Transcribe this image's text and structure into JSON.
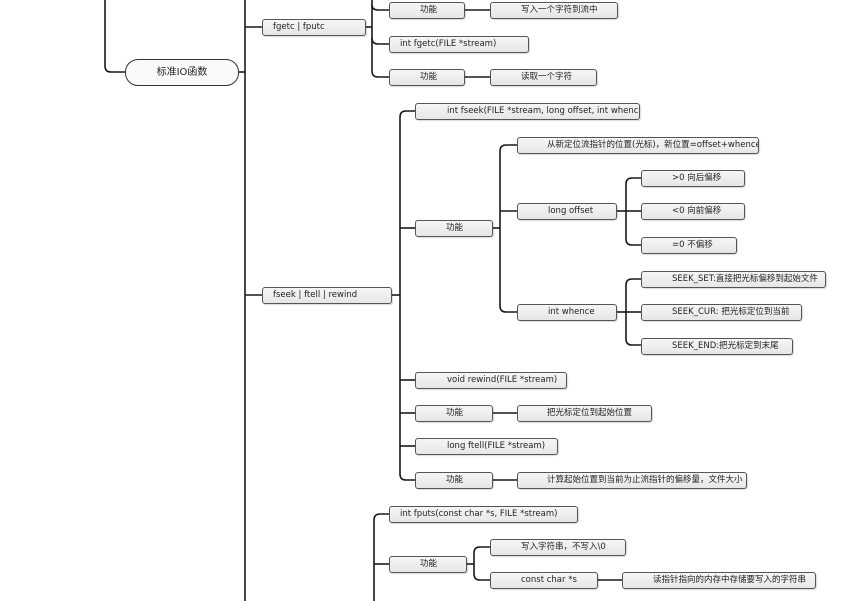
{
  "mindmap": {
    "root": "标准IO函数",
    "nodes": {
      "fgetc_fputc": "fgetc | fputc",
      "func_write": "功能",
      "write_char": "写入一个字符到流中",
      "fgetc_sig": "int fgetc(FILE *stream)",
      "func_read": "功能",
      "read_char": "读取一个字符",
      "fseek_group": "fseek | ftell | rewind",
      "fseek_sig": "int fseek(FILE *stream, long offset, int whence)",
      "fseek_func": "功能",
      "fseek_desc": "从新定位流指针的位置(光标)，新位置=offset+whence",
      "long_offset": "long offset",
      "offset_pos": ">0 向后偏移",
      "offset_neg": "<0 向前偏移",
      "offset_zero": "=0 不偏移",
      "int_whence": "int whence",
      "seek_set": "SEEK_SET:直接把光标偏移到起始文件",
      "seek_cur": "SEEK_CUR: 把光标定位到当前",
      "seek_end": "SEEK_END:把光标定到末尾",
      "rewind_sig": "void rewind(FILE *stream)",
      "rewind_func": "功能",
      "rewind_desc": "把光标定位到起始位置",
      "ftell_sig": "long ftell(FILE *stream)",
      "ftell_func": "功能",
      "ftell_desc": "计算起始位置到当前为止流指针的偏移量，文件大小",
      "fputs_sig": "int fputs(const char *s, FILE *stream)",
      "fputs_func": "功能",
      "fputs_desc": "写入字符串，不写入\\0",
      "const_char": "const char *s",
      "const_char_desc": "读指针指向的内存中存储要写入的字符串"
    }
  }
}
